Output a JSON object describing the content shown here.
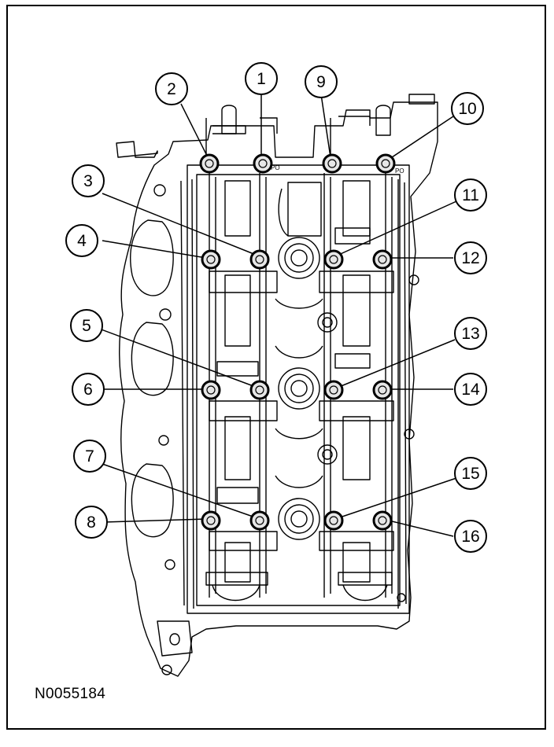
{
  "figure": {
    "reference_code": "N0055184",
    "callouts": [
      "1",
      "2",
      "3",
      "4",
      "5",
      "6",
      "7",
      "8",
      "9",
      "10",
      "11",
      "12",
      "13",
      "14",
      "15",
      "16"
    ],
    "stamp_marks": [
      "PO",
      "PO"
    ]
  },
  "colors": {
    "line": "#000000",
    "background": "#ffffff",
    "bolt_fill": "#e6e6e6"
  }
}
